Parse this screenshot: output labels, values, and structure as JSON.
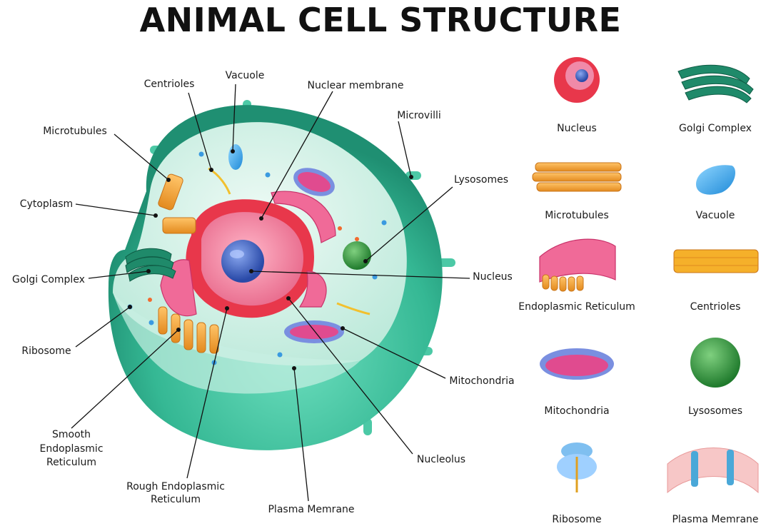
{
  "title": "ANIMAL CELL STRUCTURE",
  "diagram_labels": {
    "centrioles": "Centrioles",
    "vacuole": "Vacuole",
    "nuclear_membrane": "Nuclear membrane",
    "microvilli": "Microvilli",
    "microtubules": "Microtubules",
    "lysosomes": "Lysosomes",
    "cytoplasm": "Cytoplasm",
    "golgi_complex": "Golgi Complex",
    "nucleus": "Nucleus",
    "ribosome": "Ribosome",
    "mitochondria": "Mitochondria",
    "smooth_er": [
      "Smooth",
      "Endoplasmic",
      "Reticulum"
    ],
    "nucleolus": "Nucleolus",
    "rough_er": [
      "Rough Endoplasmic",
      "Reticulum"
    ],
    "plasma_membrane": "Plasma Memrane"
  },
  "gallery": [
    {
      "label": "Nucleus"
    },
    {
      "label": "Golgi Complex"
    },
    {
      "label": "Microtubules"
    },
    {
      "label": "Vacuole"
    },
    {
      "label": "Endoplasmic Reticulum"
    },
    {
      "label": "Centrioles"
    },
    {
      "label": "Mitochondria"
    },
    {
      "label": "Lysosomes"
    },
    {
      "label": "Ribosome"
    },
    {
      "label": "Plasma Memrane"
    }
  ],
  "colors": {
    "cell_outer": "#3fbfa0",
    "cytoplasm": "#d8f3ea",
    "nucleus_red": "#e8374b",
    "nucleus_pink": "#f08aa8",
    "nucleolus": "#3a5fbf",
    "microtubule": "#f29a2e",
    "golgi": "#1f8a6a",
    "lysosome": "#2f9a3c",
    "mitochondria_outer": "#6a7fd0",
    "mitochondria_inner": "#e04b8f"
  }
}
